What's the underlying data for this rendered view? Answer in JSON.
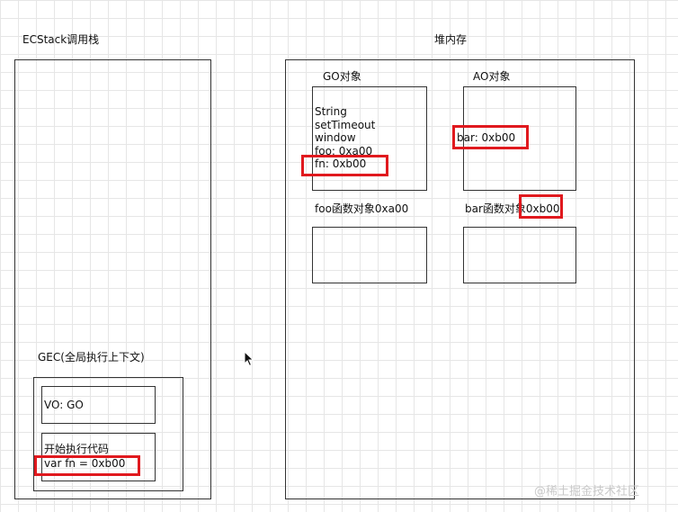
{
  "stack": {
    "title": "ECStack调用栈",
    "gec": {
      "title": "GEC(全局执行上下文)",
      "vo_label": "VO: GO",
      "code_line1": "开始执行代码",
      "code_line2": "var fn = 0xb00"
    }
  },
  "heap": {
    "title": "堆内存",
    "go": {
      "title": "GO对象",
      "lines": [
        "String",
        "setTimeout",
        "window",
        "foo: 0xa00",
        "fn: 0xb00"
      ]
    },
    "ao": {
      "title": "AO对象",
      "line": "bar: 0xb00"
    },
    "foo_obj": {
      "title": "foo函数对象0xa00"
    },
    "bar_obj": {
      "title": "bar函数对象0xb00"
    }
  },
  "watermark": "@稀土掘金技术社区",
  "colors": {
    "highlight": "#e0191e",
    "border": "#333333",
    "grid": "#e6e6e6"
  }
}
